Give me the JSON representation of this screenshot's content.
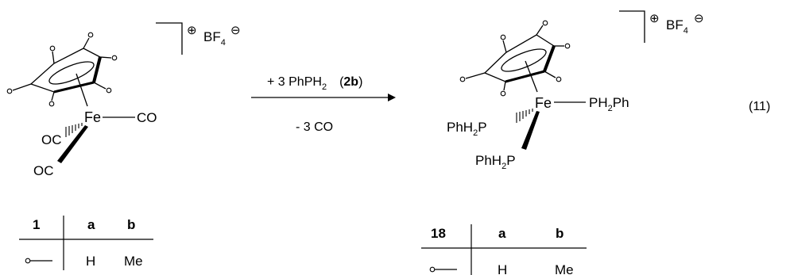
{
  "reactant": {
    "metal": "Fe",
    "ligand_right": "CO",
    "ligand_left": "OC",
    "ligand_bottom": "OC",
    "anion": "BF",
    "anion_sub": "4",
    "plus_glyph": "⊕",
    "minus_glyph": "⊖"
  },
  "arrow": {
    "top_prefix": "+ 3 PhPH",
    "top_sub": "2",
    "top_open": "(",
    "top_bold": "2b",
    "top_close": ")",
    "bottom": "- 3 CO"
  },
  "product": {
    "metal": "Fe",
    "right_a": "PH",
    "right_sub": "2",
    "right_b": "Ph",
    "left_a": "PhH",
    "left_sub": "2",
    "left_b": "P",
    "bottom_a": "PhH",
    "bottom_sub": "2",
    "bottom_b": "P",
    "anion": "BF",
    "anion_sub": "4",
    "plus_glyph": "⊕",
    "minus_glyph": "⊖"
  },
  "equation_number": "(11)",
  "table_reactant": {
    "compound": "1",
    "columns": [
      "a",
      "b"
    ],
    "values": [
      "H",
      "Me"
    ]
  },
  "table_product": {
    "compound": "18",
    "columns": [
      "a",
      "b"
    ],
    "values": [
      "H",
      "Me"
    ]
  }
}
